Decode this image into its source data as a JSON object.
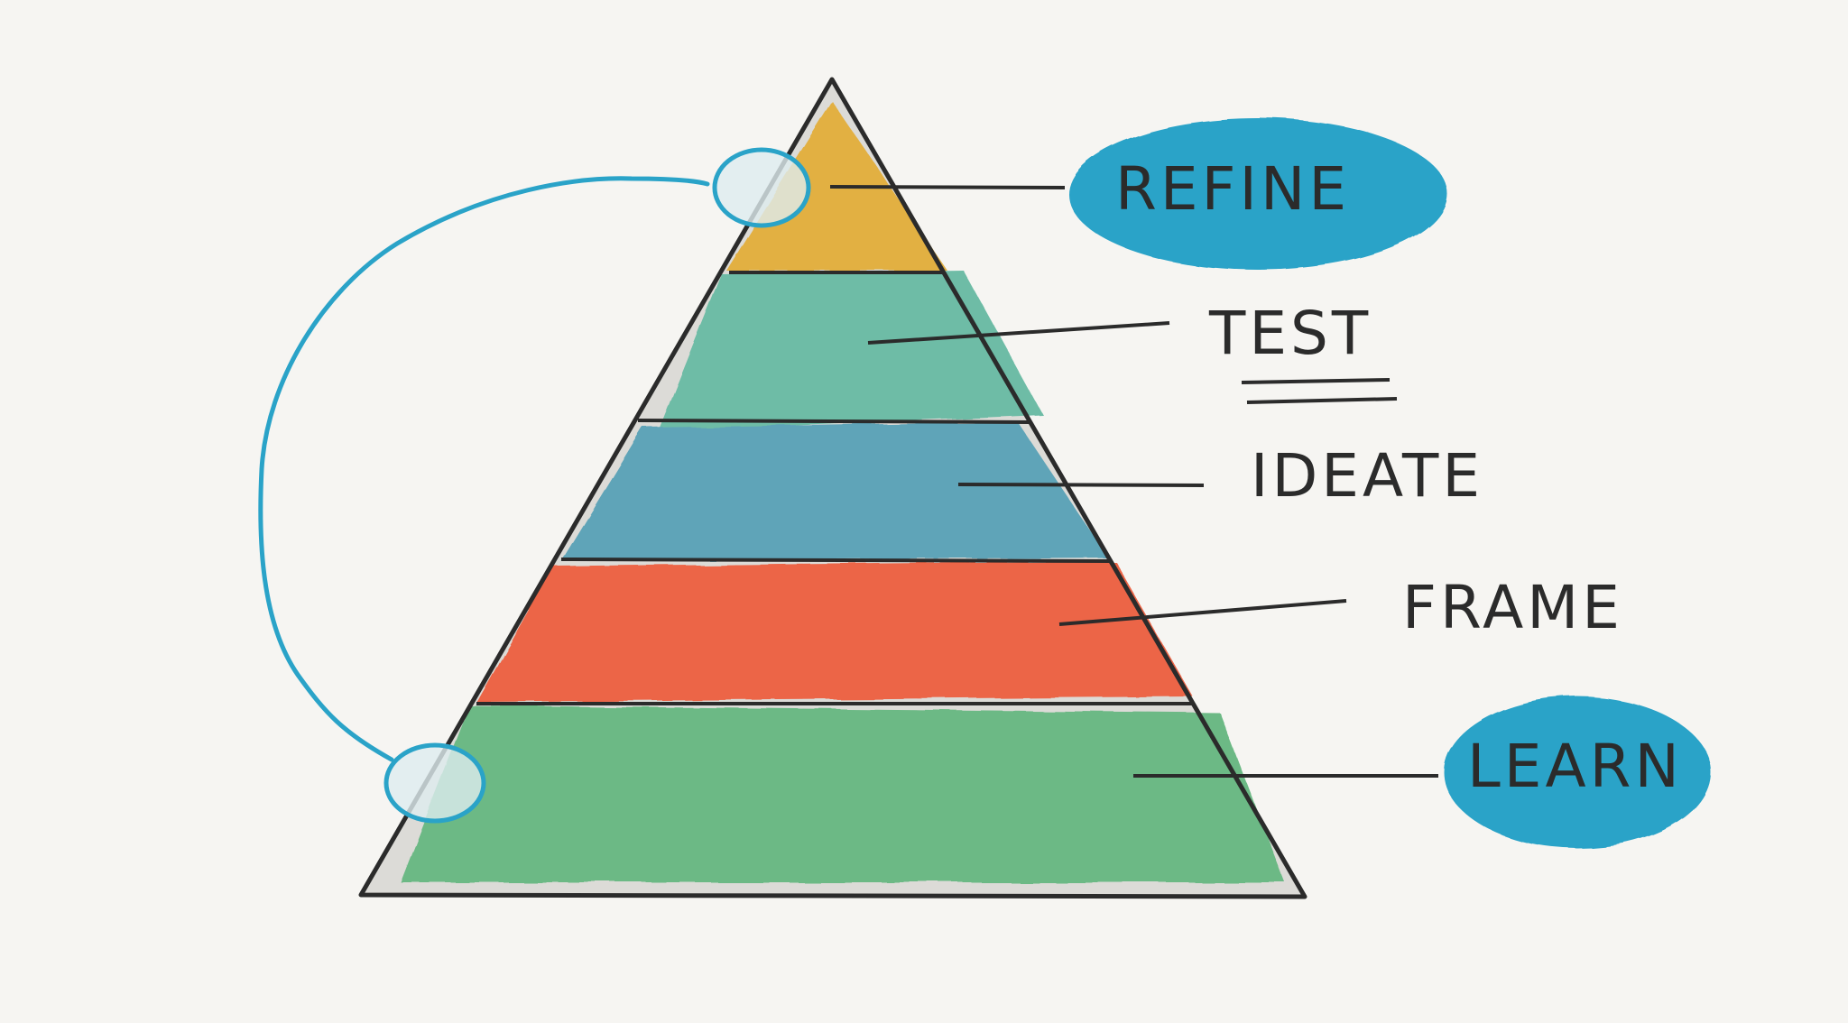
{
  "diagram": {
    "layers": [
      {
        "id": "refine",
        "label": "REFINE",
        "color": "#e2b043",
        "highlighted": true
      },
      {
        "id": "test",
        "label": "TEST",
        "color": "#6ebca6",
        "underlined": true
      },
      {
        "id": "ideate",
        "label": "IDEATE",
        "color": "#5fa4b8"
      },
      {
        "id": "frame",
        "label": "FRAME",
        "color": "#ec6547"
      },
      {
        "id": "learn",
        "label": "LEARN",
        "color": "#6cb985",
        "highlighted": true
      }
    ],
    "highlight_color": "#2aa3c8",
    "connector": {
      "from": "learn",
      "to": "refine",
      "color": "#2aa3c8"
    },
    "outline_color": "#2b2b2b"
  }
}
